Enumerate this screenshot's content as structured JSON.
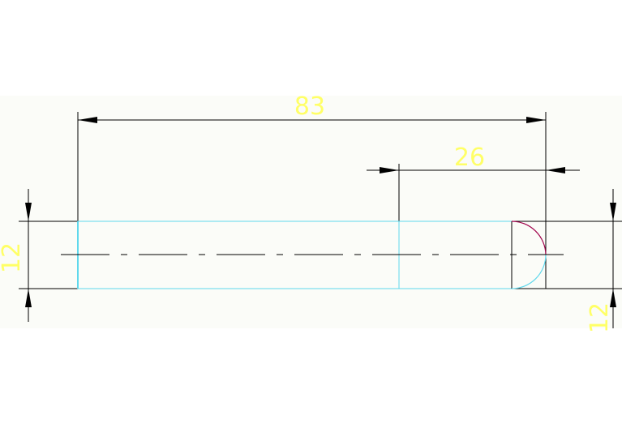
{
  "drawing": {
    "dimensions": {
      "overall_length": "83",
      "head_length": "26",
      "left_height": "12",
      "right_height": "12"
    }
  },
  "colors": {
    "background": "#ffffff",
    "viewport": "#fbfcf8",
    "dimension_line": "#000000",
    "dimension_text": "#ffff66",
    "outline_cyan": "#5fd8ec",
    "arc_magenta": "#a0004a",
    "centerline": "#000000"
  }
}
